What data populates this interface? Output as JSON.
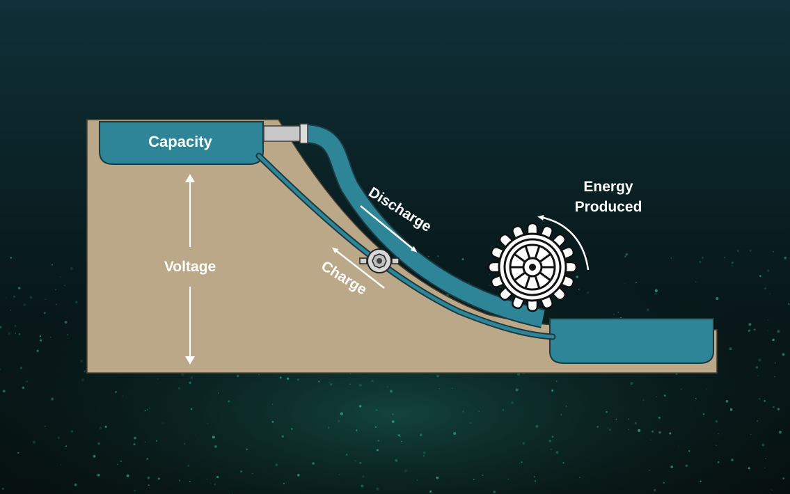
{
  "labels": {
    "capacity": "Capacity",
    "voltage": "Voltage",
    "discharge": "Discharge",
    "charge": "Charge",
    "energy_line1": "Energy",
    "energy_line2": "Produced"
  },
  "colors": {
    "background_top": "#0f3038",
    "background_bottom": "#06100f",
    "particles": "#2fb592",
    "ground": "#baa888",
    "water": "#2e8598",
    "water_outline": "#1a3a40",
    "pipe_gray": "#c8c8c8",
    "label_text": "#ffffff"
  },
  "icons": {
    "pump": "pump-icon",
    "turbine": "water-wheel-icon"
  }
}
